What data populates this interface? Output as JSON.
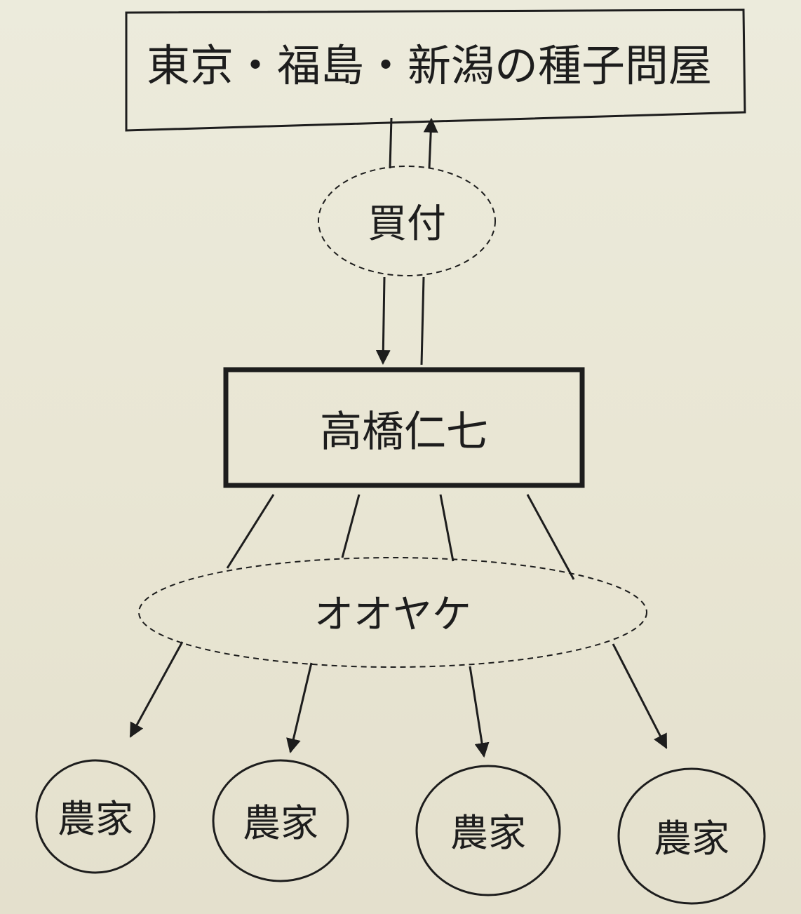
{
  "diagram": {
    "top_box": "東京・福島・新潟の種子問屋",
    "middle_ellipse": "買付",
    "center_box": "高橋仁七",
    "lower_ellipse": "オオヤケ",
    "farmers": [
      "農家",
      "農家",
      "農家",
      "農家"
    ]
  },
  "colors": {
    "ink": "#1d1d1d",
    "paper": "#ebe8d8"
  }
}
